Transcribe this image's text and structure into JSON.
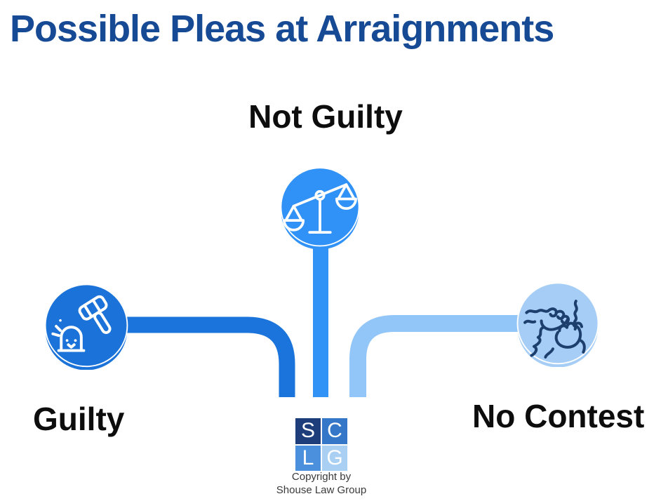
{
  "title": "Possible Pleas at Arraignments",
  "diagram": {
    "nodes": [
      {
        "id": "not-guilty",
        "label": "Not Guilty",
        "icon": "scales-icon",
        "circle_color": "#3092f6",
        "line_color": "#3093f5"
      },
      {
        "id": "guilty",
        "label": "Guilty",
        "icon": "gavel-icon",
        "circle_color": "#1b73d9",
        "line_color": "#1b74db"
      },
      {
        "id": "no-contest",
        "label": "No Contest",
        "icon": "fists-icon",
        "circle_color": "#a5cdf5",
        "line_color": "#92c6f8"
      }
    ]
  },
  "footer": {
    "logo": {
      "letters": [
        "S",
        "C",
        "L",
        "G"
      ],
      "cell_colors": [
        "#1e3d7b",
        "#3477c8",
        "#4b90dd",
        "#a9d0f3"
      ]
    },
    "copyright_line1": "Copyright by",
    "copyright_line2": "Shouse Law Group"
  },
  "colors": {
    "title_text": "#174a94",
    "label_text": "#0d0d0d",
    "hands_icon_stroke": "#1d3f6e",
    "copyright_text": "#3a3a3a",
    "background": "#ffffff"
  }
}
